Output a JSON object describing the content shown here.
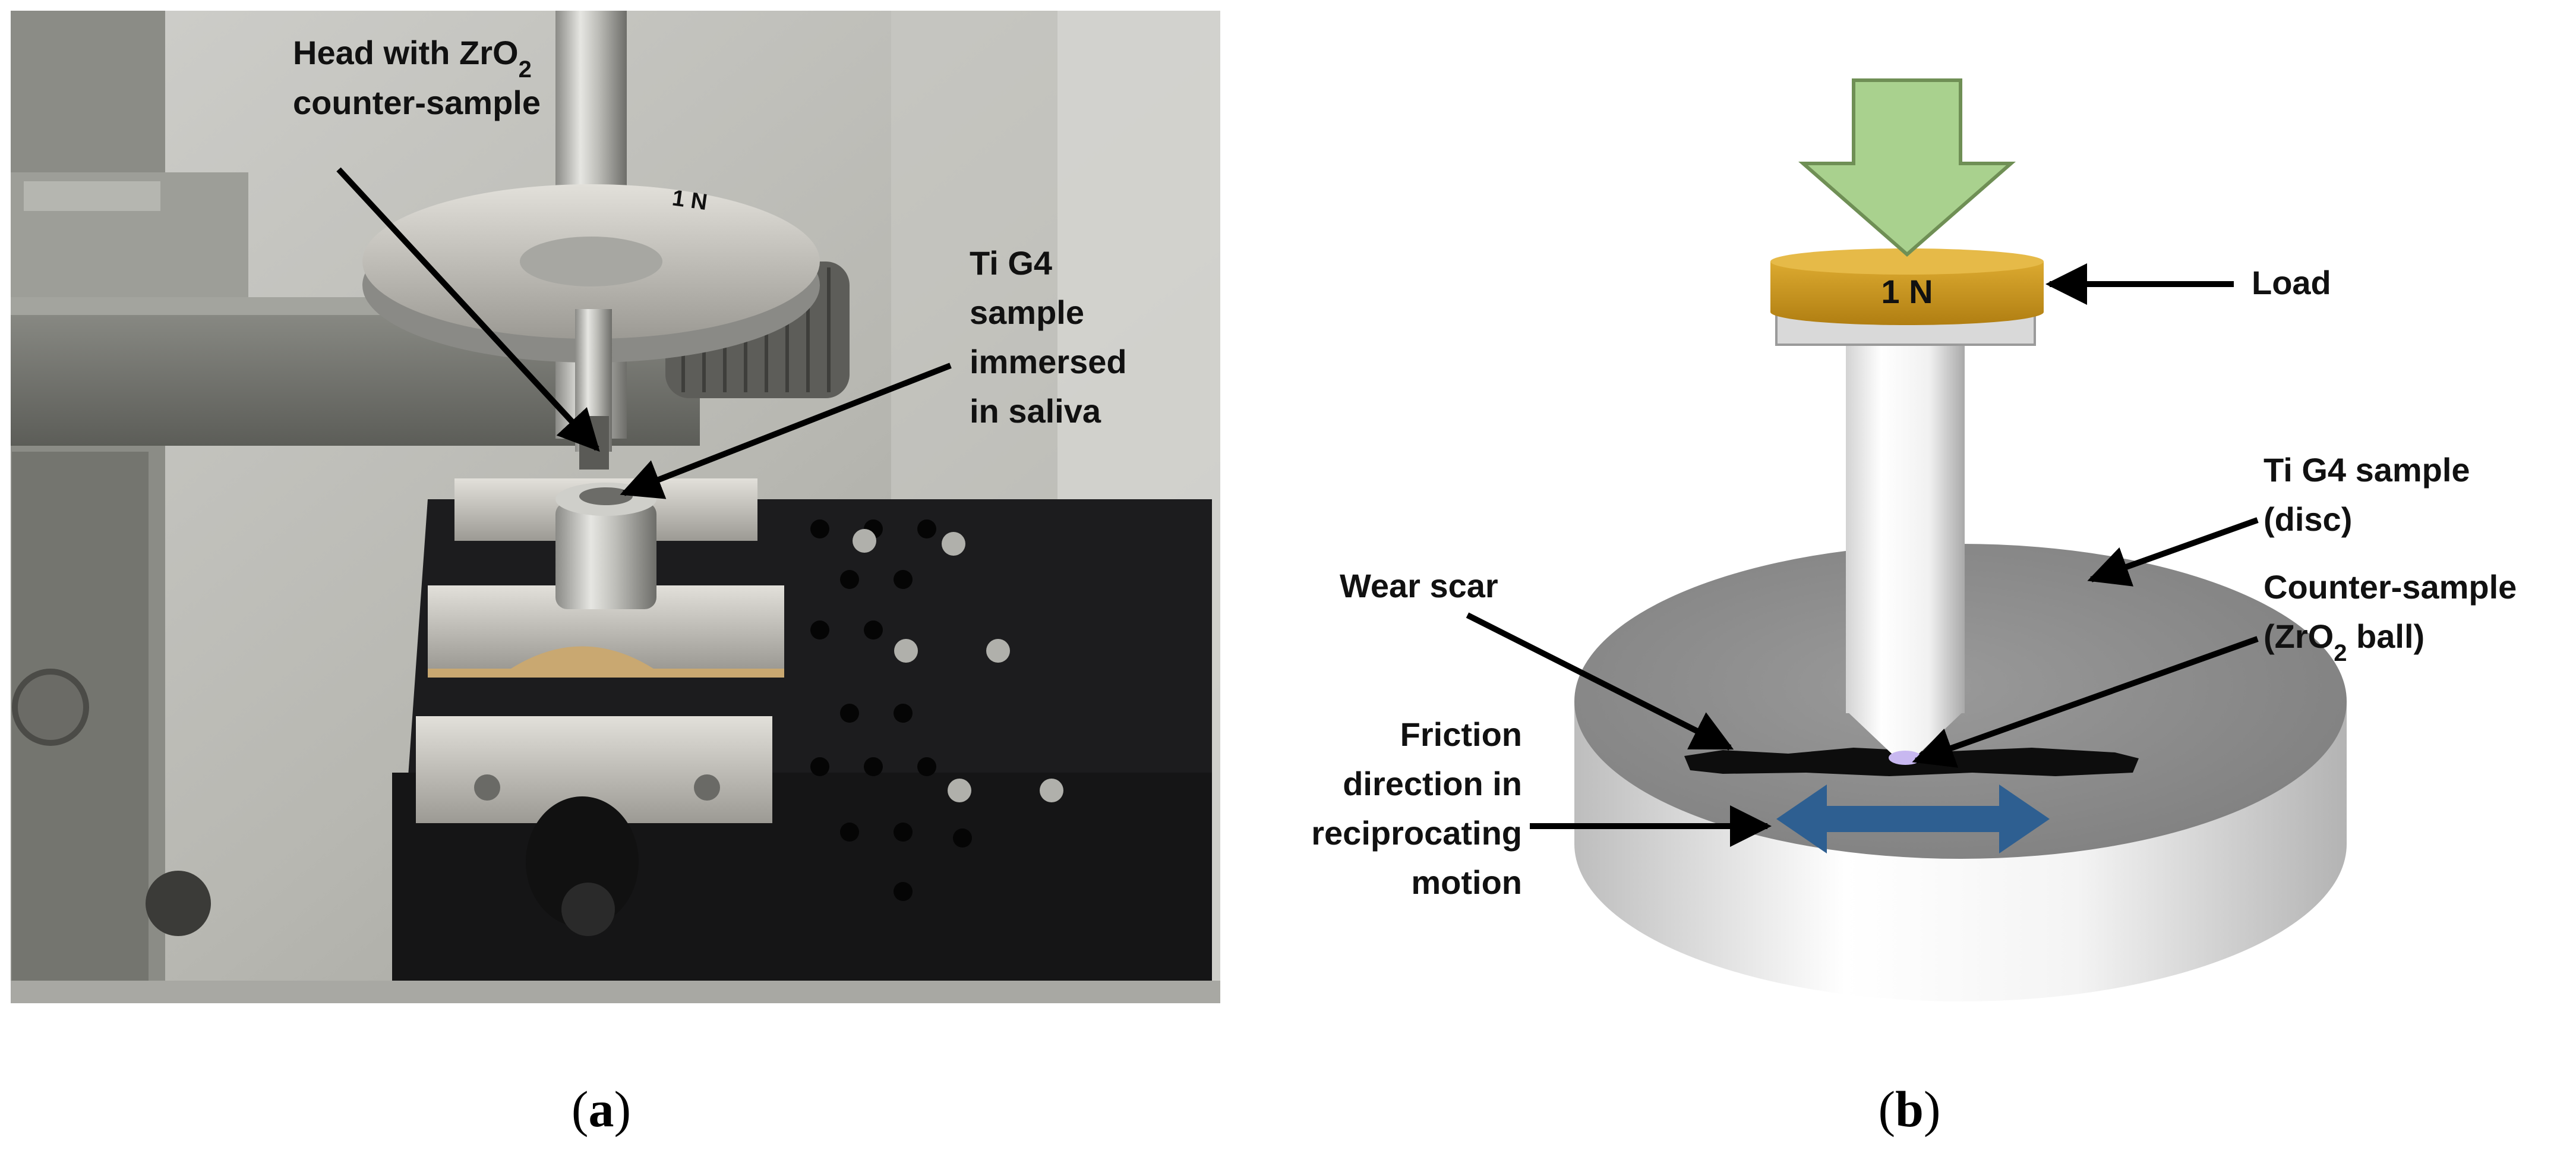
{
  "panel_a": {
    "label_head": [
      "Head with ZrO",
      "2",
      "counter-sample"
    ],
    "label_sample": [
      "Ti G4",
      "sample",
      "immersed",
      "in saliva"
    ],
    "disc_text": "1 N",
    "caption_open": "(",
    "caption_letter": "a",
    "caption_close": ")"
  },
  "panel_b": {
    "load_weight_text": "1 N",
    "label_load": "Load",
    "label_sample": [
      "Ti G4 sample",
      "(disc)"
    ],
    "label_counter": [
      "Counter-sample",
      "(ZrO",
      "2",
      " ball)"
    ],
    "label_wear": "Wear scar",
    "label_friction": [
      "Friction",
      "direction in",
      "reciprocating",
      "motion"
    ],
    "caption_open": "(",
    "caption_letter": "b",
    "caption_close": ")"
  },
  "colors": {
    "load_arrow": "#a9d18e",
    "load_arrow_stroke": "#6f8f55",
    "weight_plate": "#c8961e",
    "friction_arrow": "#2e5f91",
    "disc_top": "#8c8c8c",
    "breadboard": "#1c1c1e"
  }
}
